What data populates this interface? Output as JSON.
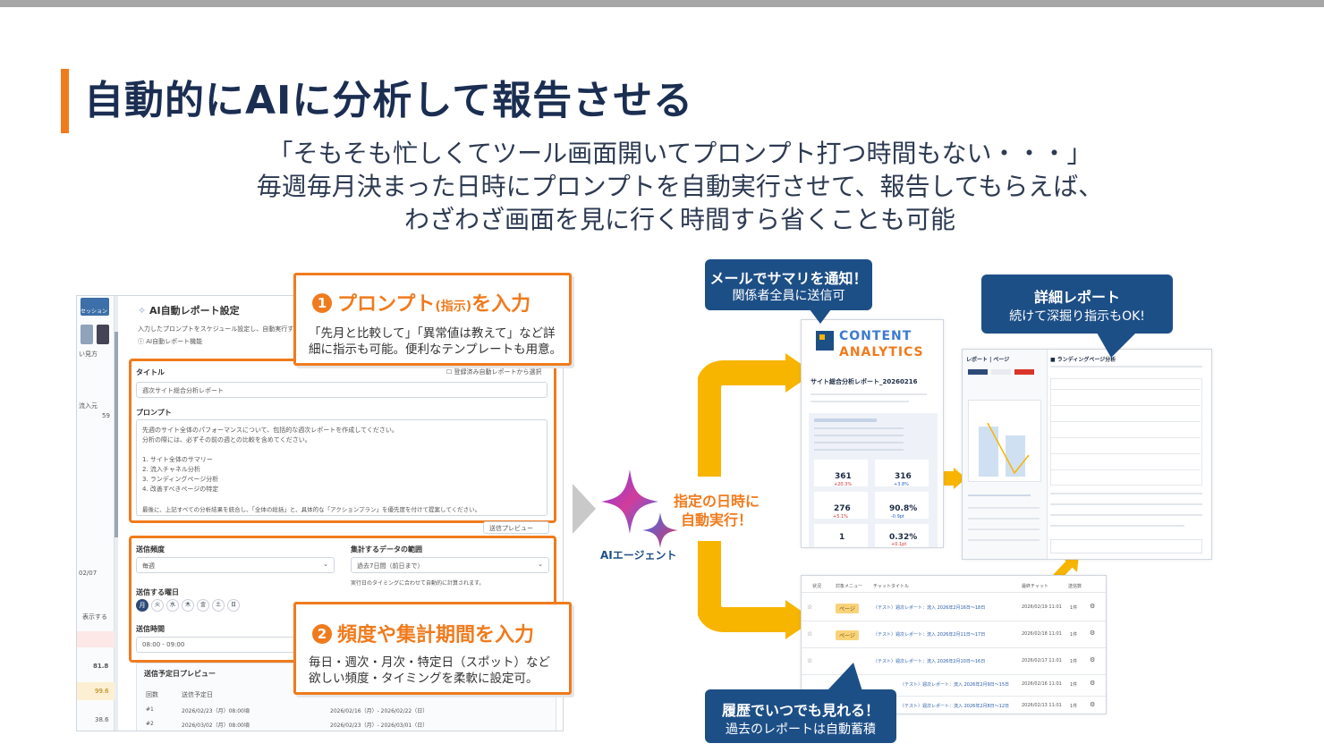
{
  "slide": {
    "title": "自動的にAIに分析して報告させる",
    "subtitle_lines": [
      "「そもそも忙しくてツール画面開いてプロンプト打つ時間もない・・・」",
      "毎週毎月決まった日時にプロンプトを自動実行させて、報告してもらえば、",
      "わざわざ画面を見に行く時間すら省くことも可能"
    ]
  },
  "left_screen": {
    "sidebar_label": "セッション",
    "sidebar_text": "い見方",
    "header_title": "AI自動レポート設定",
    "header_desc": "入力したプロンプトをスケジュール設定し、自動実行するこ",
    "header_link": "AI自動レポート機能",
    "title_label": "タイトル",
    "title_template_link": "登録済み自動レポートから選択",
    "title_value": "週次サイト総合分析レポート",
    "prompt_label": "プロンプト",
    "prompt_lines": [
      "先週のサイト全体のパフォーマンスについて、包括的な週次レポートを作成してください。",
      "分析の際には、必ずその前の週との比較を含めてください。",
      "",
      "1. サイト全体のサマリー",
      "2. 流入チャネル分析",
      "3. ランディングページ分析",
      "4. 改善すべきページの特定",
      "",
      "最後に、上記すべての分析結果を統合し、「全体の総括」と、具体的な「アクションプラン」を優先度を付けて提案してください。"
    ],
    "preview_button": "送信プレビュー",
    "frequency_label": "送信頻度",
    "frequency_value": "毎週",
    "period_label": "集計するデータの範囲",
    "period_value": "過去7日間（前日まで）",
    "period_note": "実行日のタイミングに合わせて自動的に計算されます。",
    "weekday_label": "送信する曜日",
    "weekdays": [
      "月",
      "火",
      "水",
      "木",
      "金",
      "土",
      "日"
    ],
    "time_label": "送信時間",
    "time_value": "08:00 - 09:00",
    "schedule_title": "送信予定日プレビュー",
    "schedule_headers": [
      "回数",
      "送信予定日"
    ],
    "schedule_rows": [
      {
        "no": "#1",
        "date": "2026/02/23（月）08:00頃",
        "range": "2026/02/16（月）- 2026/02/22（日）"
      },
      {
        "no": "#2",
        "date": "2026/03/02（月）08:00頃",
        "range": "2026/02/23（月）- 2026/03/01（日）"
      }
    ],
    "left_values": [
      "81.8",
      "99.6",
      "38.6"
    ],
    "left_misc": [
      "表示する",
      "02/07",
      "59",
      "流入元"
    ]
  },
  "callout1": {
    "num": "1",
    "heading": "プロンプト",
    "heading_small": "(指示)",
    "heading_tail": "を入力",
    "body_lines": [
      "「先月と比較して」「異常値は教えて」など詳",
      "細に指示も可能。便利なテンプレートも用意。"
    ]
  },
  "callout2": {
    "num": "2",
    "heading": "頻度や集計期間を入力",
    "body_lines": [
      "毎日・週次・月次・特定日（スポット）など",
      "欲しい頻度・タイミングを柔軟に設定可。"
    ]
  },
  "agent": {
    "label": "AIエージェント",
    "exec_lines": [
      "指定の日時に",
      "自動実行！"
    ]
  },
  "mail_box": {
    "heading": "メールでサマリを通知！",
    "body": "関係者全員に送信可"
  },
  "detail_box": {
    "heading": "詳細レポート",
    "body": "続けて深掘り指示もOK!"
  },
  "history_box": {
    "heading": "履歴でいつでも見れる！",
    "body": "過去のレポートは自動蓄積"
  },
  "mail_card": {
    "logo_top": "CONTENT",
    "logo_bottom": "ANALYTICS",
    "report_title": "サイト総合分析レポート_20260216",
    "metrics": [
      {
        "value": "361",
        "delta": "+20.3%"
      },
      {
        "value": "316",
        "delta": "+3.8%"
      },
      {
        "value": "276",
        "delta": "+5.1%"
      },
      {
        "value": "90.8%",
        "delta": "-0.9pt"
      },
      {
        "value": "1",
        "delta": ""
      },
      {
        "value": "0.32%",
        "delta": "+0.1pt"
      }
    ]
  },
  "detail_card": {
    "header": "レポート | ページ",
    "section": "■ ランディングページ分析"
  },
  "history_card": {
    "headers": [
      "状況",
      "対象メニュー",
      "チャットタイトル",
      "最終チャット",
      "送信数"
    ],
    "rows": [
      {
        "menu": "ページ",
        "title": "（テスト）週次レポート：流入 2026年2月16日〜18日",
        "date": "2026/02/19 11:01",
        "count": "1件"
      },
      {
        "menu": "ページ",
        "title": "（テスト）週次レポート：流入 2026年2月11日〜17日",
        "date": "2026/02/18 11:01",
        "count": "1件"
      },
      {
        "menu": "",
        "title": "（テスト）週次レポート：流入 2026年2月10日〜16日",
        "date": "2026/02/17 11:01",
        "count": "1件"
      },
      {
        "menu": "",
        "title": "（テスト）週次レポート：流入 2026年2月9日〜15日",
        "date": "2026/02/16 11:01",
        "count": "1件"
      },
      {
        "menu": "",
        "title": "（テスト）週次レポート：流入 2026年2月8日〜12日",
        "date": "2026/02/13 11:01",
        "count": "1件"
      }
    ]
  },
  "colors": {
    "accent": "#f07b1d",
    "navy": "#1d4f87",
    "arrow": "#f7b500",
    "title": "#1b2e52"
  },
  "icons": [
    "sparkle-icon",
    "chevron-right-icon",
    "arrow-icon",
    "settings-icon"
  ]
}
